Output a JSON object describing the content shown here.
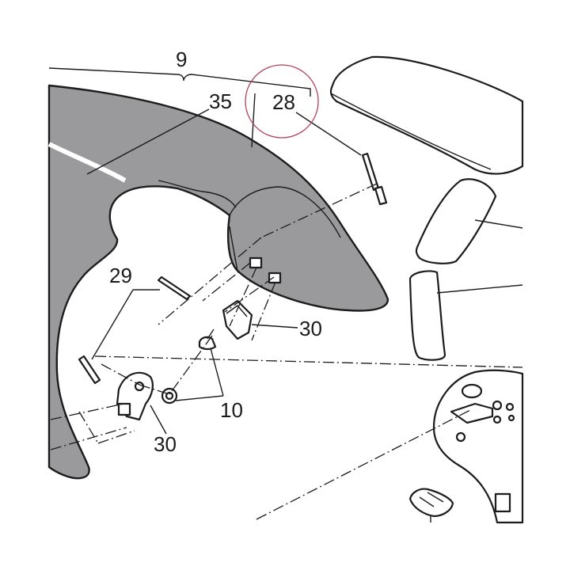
{
  "diagram": {
    "callouts": {
      "c9": "9",
      "c35": "35",
      "c28": "28",
      "c29": "29",
      "c30_upper": "30",
      "c10": "10",
      "c30_lower": "30"
    },
    "colors": {
      "fairing_fill": "#9a9a9c",
      "line": "#1c1c1c",
      "highlight_circle": "#b0405a",
      "background": "#ffffff"
    }
  }
}
